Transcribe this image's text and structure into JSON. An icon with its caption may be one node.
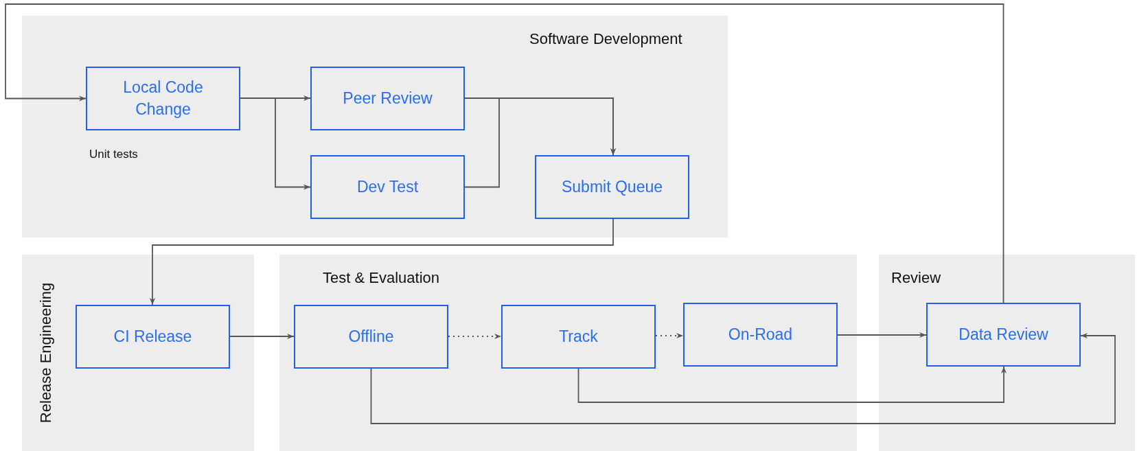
{
  "diagram": {
    "nodes": [
      {
        "text": [
          "Software Development"
        ]
      },
      {
        "text": [
          "Local Code Change"
        ],
        "in": 0,
        "beside": [
          "Unit tests"
        ]
      },
      {
        "text": [
          "Peer Review"
        ],
        "in": 0
      },
      {
        "text": [
          "Dev Test"
        ],
        "in": 0
      },
      {
        "text": [
          "Submit Queue"
        ],
        "in": 0
      },
      {
        "text": [
          "Release Engineering"
        ]
      },
      {
        "text": [
          "CI Release"
        ],
        "in": 5
      },
      {
        "text": [
          "Test & Evaluation"
        ]
      },
      {
        "text": [
          "Offline"
        ],
        "in": 7
      },
      {
        "text": [
          "Track"
        ],
        "in": 7
      },
      {
        "text": [
          "On-Road"
        ],
        "in": 7
      },
      {
        "text": [
          "Review"
        ]
      },
      {
        "text": [
          "Data Review"
        ],
        "in": 11
      }
    ],
    "edges": [
      {
        "from": 12,
        "to": 1,
        "arrow": "to"
      },
      {
        "from": 1,
        "to": 2,
        "arrow": "to"
      },
      {
        "from": 1,
        "to": 3,
        "arrow": "to"
      },
      {
        "from": 2,
        "to": 4,
        "arrow": "to"
      },
      {
        "from": 3,
        "to": 4,
        "arrow": "to"
      },
      {
        "from": 4,
        "to": 6,
        "arrow": "to"
      },
      {
        "from": 6,
        "to": 8,
        "arrow": "to"
      },
      {
        "from": 8,
        "to": 9,
        "arrow": "to",
        "style": "dashed"
      },
      {
        "from": 9,
        "to": 10,
        "arrow": "to",
        "style": "dashed"
      },
      {
        "from": 10,
        "to": 12,
        "arrow": "to"
      },
      {
        "from": 9,
        "to": 12,
        "arrow": "to"
      },
      {
        "from": 8,
        "to": 12,
        "arrow": "to"
      }
    ]
  }
}
